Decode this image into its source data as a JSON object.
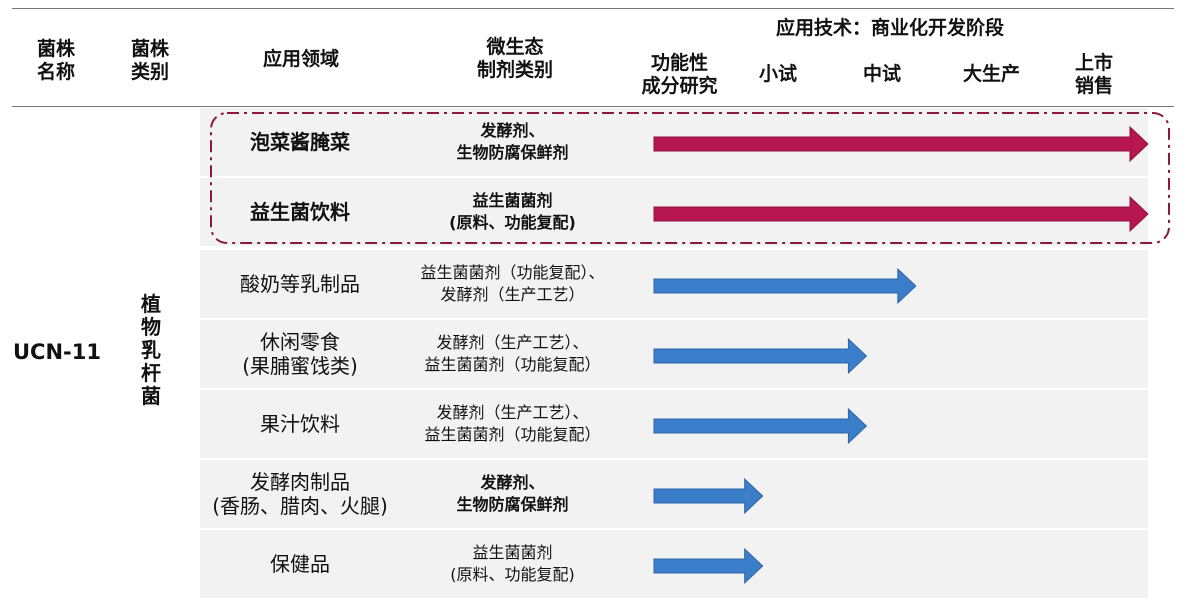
{
  "header": {
    "strain_name": [
      "菌株",
      "名称"
    ],
    "strain_type": [
      "菌株",
      "类别"
    ],
    "field": "应用领域",
    "prep_type": [
      "微生态",
      "制剂类别"
    ],
    "tech_title": "应用技术：商业化开发阶段",
    "stages": [
      {
        "lines": [
          "功能性",
          "成分研究"
        ]
      },
      {
        "lines": [
          "小试"
        ]
      },
      {
        "lines": [
          "中试"
        ]
      },
      {
        "lines": [
          "大生产"
        ]
      },
      {
        "lines": [
          "上市",
          "销售"
        ]
      }
    ]
  },
  "strain": {
    "name": "UCN-11",
    "type_chars": [
      "植",
      "物",
      "乳",
      "杆",
      "菌"
    ]
  },
  "rows": [
    {
      "field": [
        "泡菜酱腌菜"
      ],
      "prep": [
        "发酵剂、",
        "生物防腐保鲜剂"
      ],
      "bold": true,
      "stage": "上市销售",
      "progress": 1.0,
      "color": "#b5174e"
    },
    {
      "field": [
        "益生菌饮料"
      ],
      "prep": [
        "益生菌菌剂",
        "(原料、功能复配)"
      ],
      "bold": true,
      "stage": "上市销售",
      "progress": 1.0,
      "color": "#b5174e"
    },
    {
      "field": [
        "酸奶等乳制品"
      ],
      "prep": [
        "益生菌菌剂（功能复配）、",
        "发酵剂（生产工艺）"
      ],
      "bold": false,
      "stage": "中试",
      "progress": 0.53,
      "color": "#3a7dc9"
    },
    {
      "field": [
        "休闲零食",
        "(果脯蜜饯类)"
      ],
      "prep": [
        "发酵剂（生产工艺）、",
        "益生菌菌剂（功能复配）"
      ],
      "bold": false,
      "stage": "小试-中试",
      "progress": 0.43,
      "color": "#3a7dc9"
    },
    {
      "field": [
        "果汁饮料"
      ],
      "prep": [
        "发酵剂（生产工艺）、",
        "益生菌菌剂（功能复配）"
      ],
      "bold": false,
      "stage": "小试-中试",
      "progress": 0.43,
      "color": "#3a7dc9"
    },
    {
      "field": [
        "发酵肉制品",
        "(香肠、腊肉、火腿)"
      ],
      "prep": [
        "发酵剂、",
        "生物防腐保鲜剂"
      ],
      "bold": false,
      "prep_bold": true,
      "stage": "小试",
      "progress": 0.22,
      "color": "#3a7dc9"
    },
    {
      "field": [
        "保健品"
      ],
      "prep": [
        "益生菌菌剂",
        "(原料、功能复配)"
      ],
      "bold": false,
      "stage": "小试",
      "progress": 0.22,
      "color": "#3a7dc9"
    }
  ],
  "colors": {
    "commercial": "#b5174e",
    "development": "#3a7dc9",
    "row_bg": "#f2f2f2",
    "highlight_border": "#8a1a3c"
  }
}
